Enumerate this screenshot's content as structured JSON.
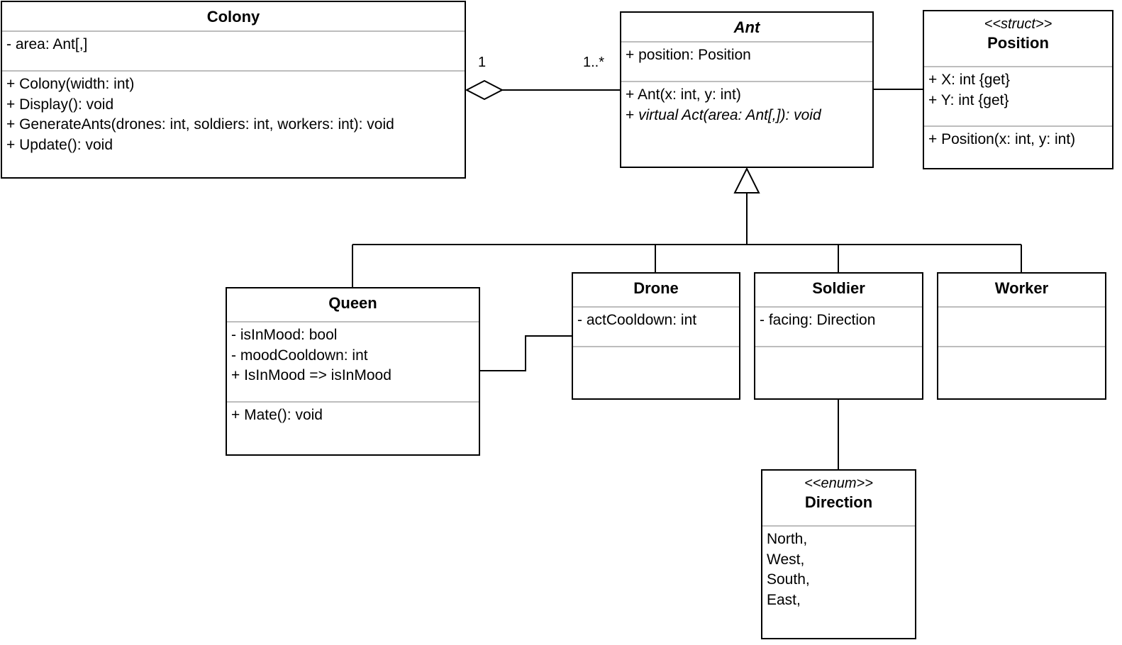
{
  "classes": {
    "colony": {
      "name": "Colony",
      "attributes": [
        "- area: Ant[,]"
      ],
      "operations": [
        "+ Colony(width: int)",
        "+ Display(): void",
        "+ GenerateAnts(drones: int, soldiers: int, workers: int): void",
        "+ Update(): void"
      ]
    },
    "ant": {
      "name": "Ant",
      "attributes": [
        "+ position: Position"
      ],
      "operations": [
        "+ Ant(x: int, y: int)",
        "virtual Act(area: Ant[,]): void"
      ],
      "operation_prefix": "+ "
    },
    "position": {
      "stereotype": "<<struct>>",
      "name": "Position",
      "attributes": [
        "+ X: int {get}",
        "+ Y: int {get}"
      ],
      "operations": [
        "+ Position(x: int, y: int)"
      ]
    },
    "queen": {
      "name": "Queen",
      "attributes": [
        "- isInMood: bool",
        "- moodCooldown: int",
        "+ IsInMood => isInMood"
      ],
      "operations": [
        "+ Mate(): void"
      ]
    },
    "drone": {
      "name": "Drone",
      "attributes": [
        "- actCooldown: int"
      ]
    },
    "soldier": {
      "name": "Soldier",
      "attributes": [
        "- facing: Direction"
      ]
    },
    "worker": {
      "name": "Worker"
    },
    "direction": {
      "stereotype": "<<enum>>",
      "name": "Direction",
      "literals": [
        "North,",
        "West,",
        "South,",
        "East,"
      ]
    }
  },
  "multiplicities": {
    "colony_end": "1",
    "ant_end": "1..*"
  }
}
